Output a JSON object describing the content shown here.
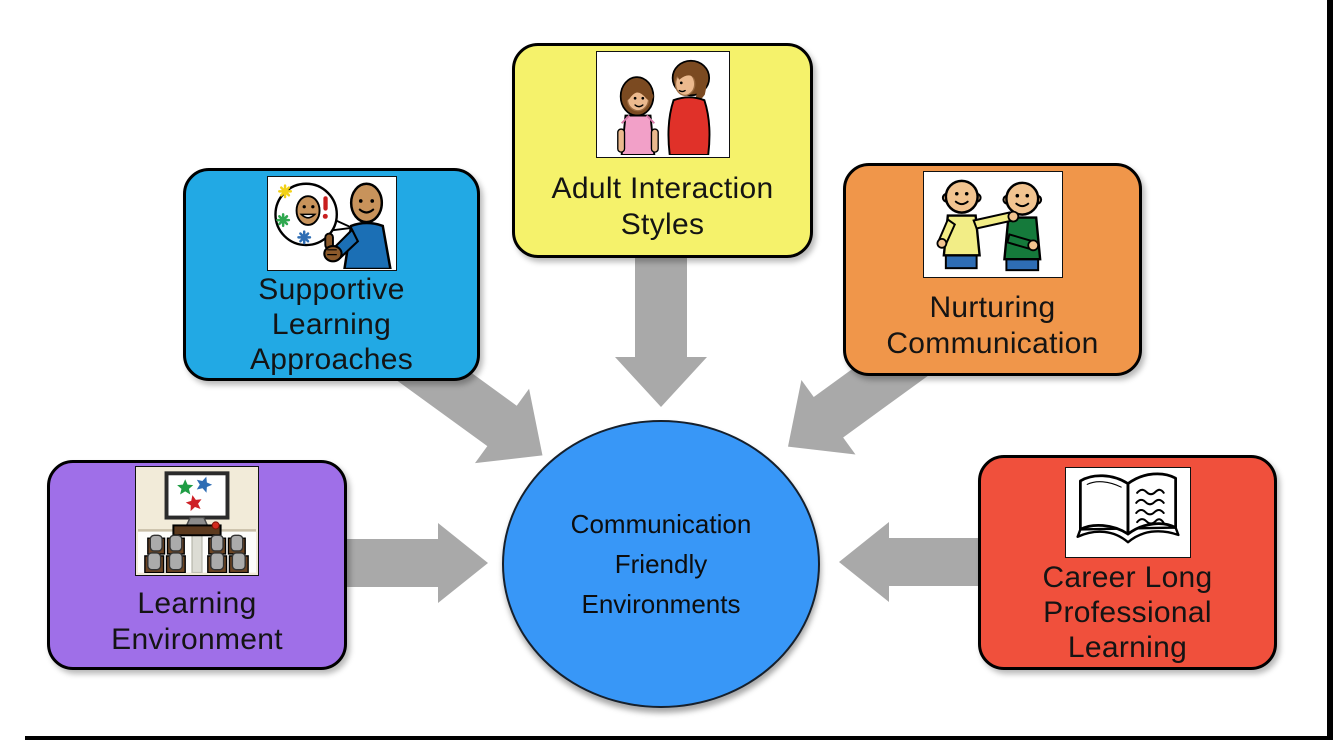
{
  "diagram": {
    "arrow_color": "#A9A9A9",
    "frame_color": "#000000",
    "center": {
      "label": "Communication\nFriendly\nEnvironments",
      "color": "#3897F7"
    },
    "nodes": [
      {
        "id": "supportive-learning-approaches",
        "label": "Supportive\nLearning\nApproaches",
        "color": "#22A9E4",
        "icon": "thumbs-up-speech-bubble-icon"
      },
      {
        "id": "adult-interaction-styles",
        "label": "Adult Interaction\nStyles",
        "color": "#F5F26B",
        "icon": "adult-and-child-icon"
      },
      {
        "id": "nurturing-communication",
        "label": "Nurturing\nCommunication",
        "color": "#F0964A",
        "icon": "friends-shoulder-pat-icon"
      },
      {
        "id": "learning-environment",
        "label": "Learning\nEnvironment",
        "color": "#9F6FE8",
        "icon": "classroom-icon"
      },
      {
        "id": "career-long-professional-learning",
        "label": "Career Long\nProfessional\nLearning",
        "color": "#F0503C",
        "icon": "open-book-icon"
      }
    ]
  }
}
